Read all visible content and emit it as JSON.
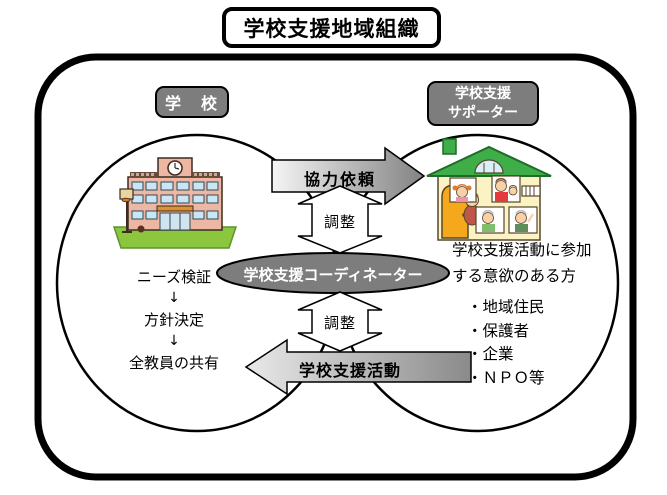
{
  "title": "学校支援地域組織",
  "labels": {
    "school": "学　校",
    "supporter_line1": "学校支援",
    "supporter_line2": "サポーター"
  },
  "center_flow": {
    "cooperation_request": "協力依頼",
    "adjust_upper": "調整",
    "coordinator": "学校支援コーディネーター",
    "adjust_lower": "調整",
    "support_activity": "学校支援活動"
  },
  "school_process": {
    "steps": [
      "ニーズ検証",
      "方針決定",
      "全教員の共有"
    ],
    "arrow_glyph": "↓"
  },
  "supporter_info": {
    "heading_line1": "学校支援活動に参加",
    "heading_line2": "する意欲のある方",
    "items": [
      "・地域住民",
      "・保護者",
      "・企業",
      "・ＮＰＯ等"
    ]
  },
  "icons": {
    "left_illustration": "school-building-icon",
    "right_illustration": "house-with-people-icon"
  },
  "colors": {
    "tag_gray": "#7d7d7d",
    "coordinator_gray": "#7d7d7d",
    "arrow_light": "#f0f0f0",
    "arrow_dark": "#858585",
    "outline": "#000000",
    "grass_green": "#8cc63e",
    "building_salmon": "#edb7a3",
    "roof_green": "#3fae49",
    "house_cream": "#fbf3c4",
    "door_orange": "#f5a81c",
    "window_blue": "#c9e7f2"
  }
}
